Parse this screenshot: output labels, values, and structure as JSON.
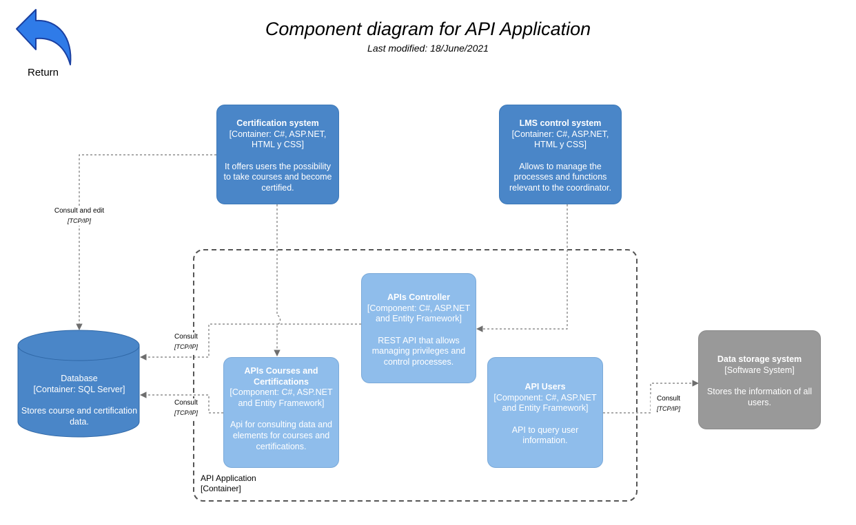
{
  "header": {
    "title": "Component diagram for API Application",
    "subtitle": "Last modified: 18/June/2021"
  },
  "return_button": {
    "label": "Return",
    "icon": "curved-back-arrow-icon"
  },
  "boundary": {
    "name": "API Application",
    "type": "[Container]"
  },
  "nodes": {
    "certification": {
      "name": "Certification system",
      "tech": "[Container: C#, ASP.NET, HTML y CSS]",
      "desc": "It offers users the possibility to take courses and become certified."
    },
    "lms": {
      "name": "LMS control system",
      "tech": "[Container: C#, ASP.NET, HTML y CSS]",
      "desc": "Allows to manage the processes and functions relevant to the coordinator."
    },
    "controller": {
      "name": "APIs Controller",
      "tech": "[Component: C#, ASP.NET and Entity Framework]",
      "desc": "REST API that allows managing privileges and control processes."
    },
    "courses": {
      "name": "APIs Courses and Certifications",
      "tech": "[Component: C#, ASP.NET and Entity Framework]",
      "desc": "Api for consulting data and elements for courses and certifications."
    },
    "users": {
      "name": "API Users",
      "tech": "[Component: C#, ASP.NET and Entity Framework]",
      "desc": "API to query user information."
    },
    "database": {
      "name": "Database",
      "tech": "[Container: SQL Server]",
      "desc": "Stores course and certification data."
    },
    "storage": {
      "name": "Data storage system",
      "tech": "[Software System]",
      "desc": "Stores the information of all users."
    }
  },
  "edges": {
    "consult_edit": {
      "label": "Consult and edit",
      "protocol": "[TCP/IP]"
    },
    "controller_db": {
      "label": "Consult",
      "protocol": "[TCP/IP]"
    },
    "courses_db": {
      "label": "Consult",
      "protocol": "[TCP/IP]"
    },
    "users_storage": {
      "label": "Consult",
      "protocol": "[TCP/IP]"
    }
  },
  "colors": {
    "external_container": "#4a86c8",
    "component": "#8fbdeb",
    "software_system": "#999999",
    "connector": "#707070"
  }
}
